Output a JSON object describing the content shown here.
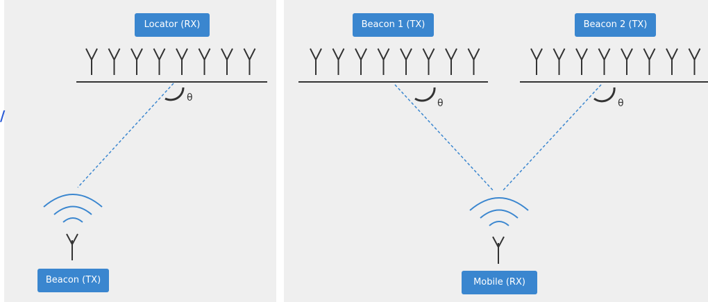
{
  "left_diagram": {
    "receiver_label": "Locator (RX)",
    "transmitter_label": "Beacon (TX)",
    "angle_symbol": "θ"
  },
  "right_diagram": {
    "transmitter_1_label": "Beacon 1 (TX)",
    "transmitter_2_label": "Beacon 2 (TX)",
    "receiver_label": "Mobile (RX)",
    "angle_symbol_1": "θ",
    "angle_symbol_2": "θ"
  },
  "edge_mark": "/",
  "colors": {
    "label_fill": "#3a86cf",
    "label_text": "#ffffff",
    "signal_path": "#3a86cf",
    "antenna": "#333333",
    "panel_background": "#efefef"
  },
  "icons": [
    "antenna-array-icon",
    "antenna-icon",
    "wireless-signal-icon",
    "angle-arc-icon"
  ]
}
